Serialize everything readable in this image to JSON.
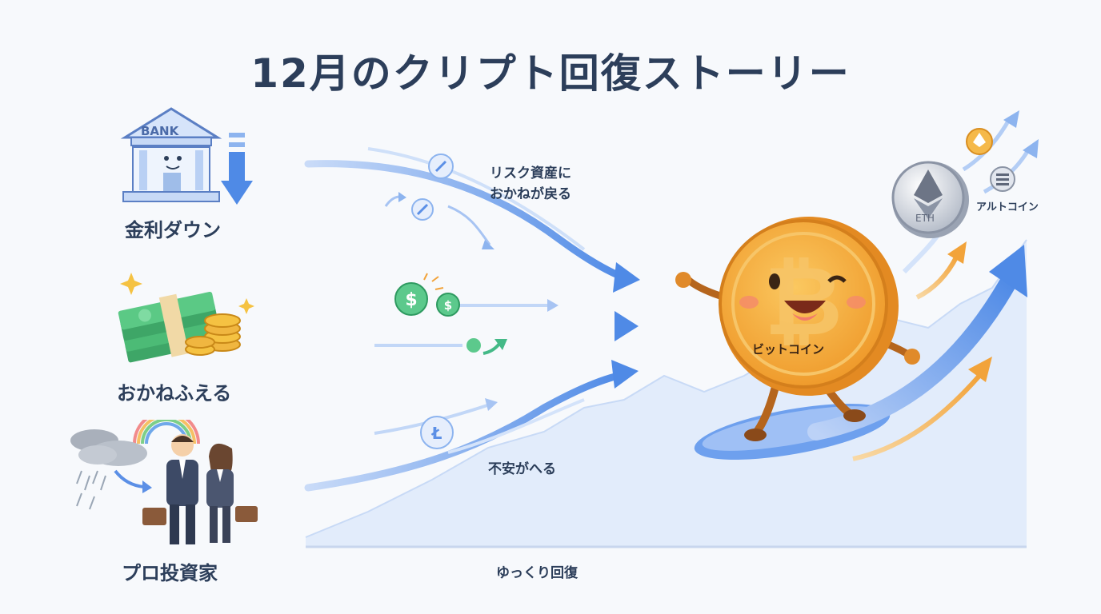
{
  "title": "12月のクリプト回復ストーリー",
  "factors": [
    {
      "label": "金利ダウン",
      "icon": "bank-icon",
      "bank_sign": "BANK"
    },
    {
      "label": "おかねふえる",
      "icon": "money-stack-icon"
    },
    {
      "label": "プロ投資家",
      "icon": "investors-icon"
    }
  ],
  "flow_labels": {
    "risk_assets": [
      "リスク資産に",
      "おかねが戻る"
    ],
    "less_anxiety": "不安がへる",
    "slow_recovery": "ゆっくり回復"
  },
  "coins": {
    "bitcoin": "ビットコイン",
    "eth": "ETH",
    "altcoin": "アルトコイン"
  },
  "colors": {
    "title": "#2c3e5a",
    "arrow_blue": "#5b8fe6",
    "arrow_orange": "#f2a33a",
    "coin": "#f4a532",
    "area": "#e2ecfb"
  }
}
